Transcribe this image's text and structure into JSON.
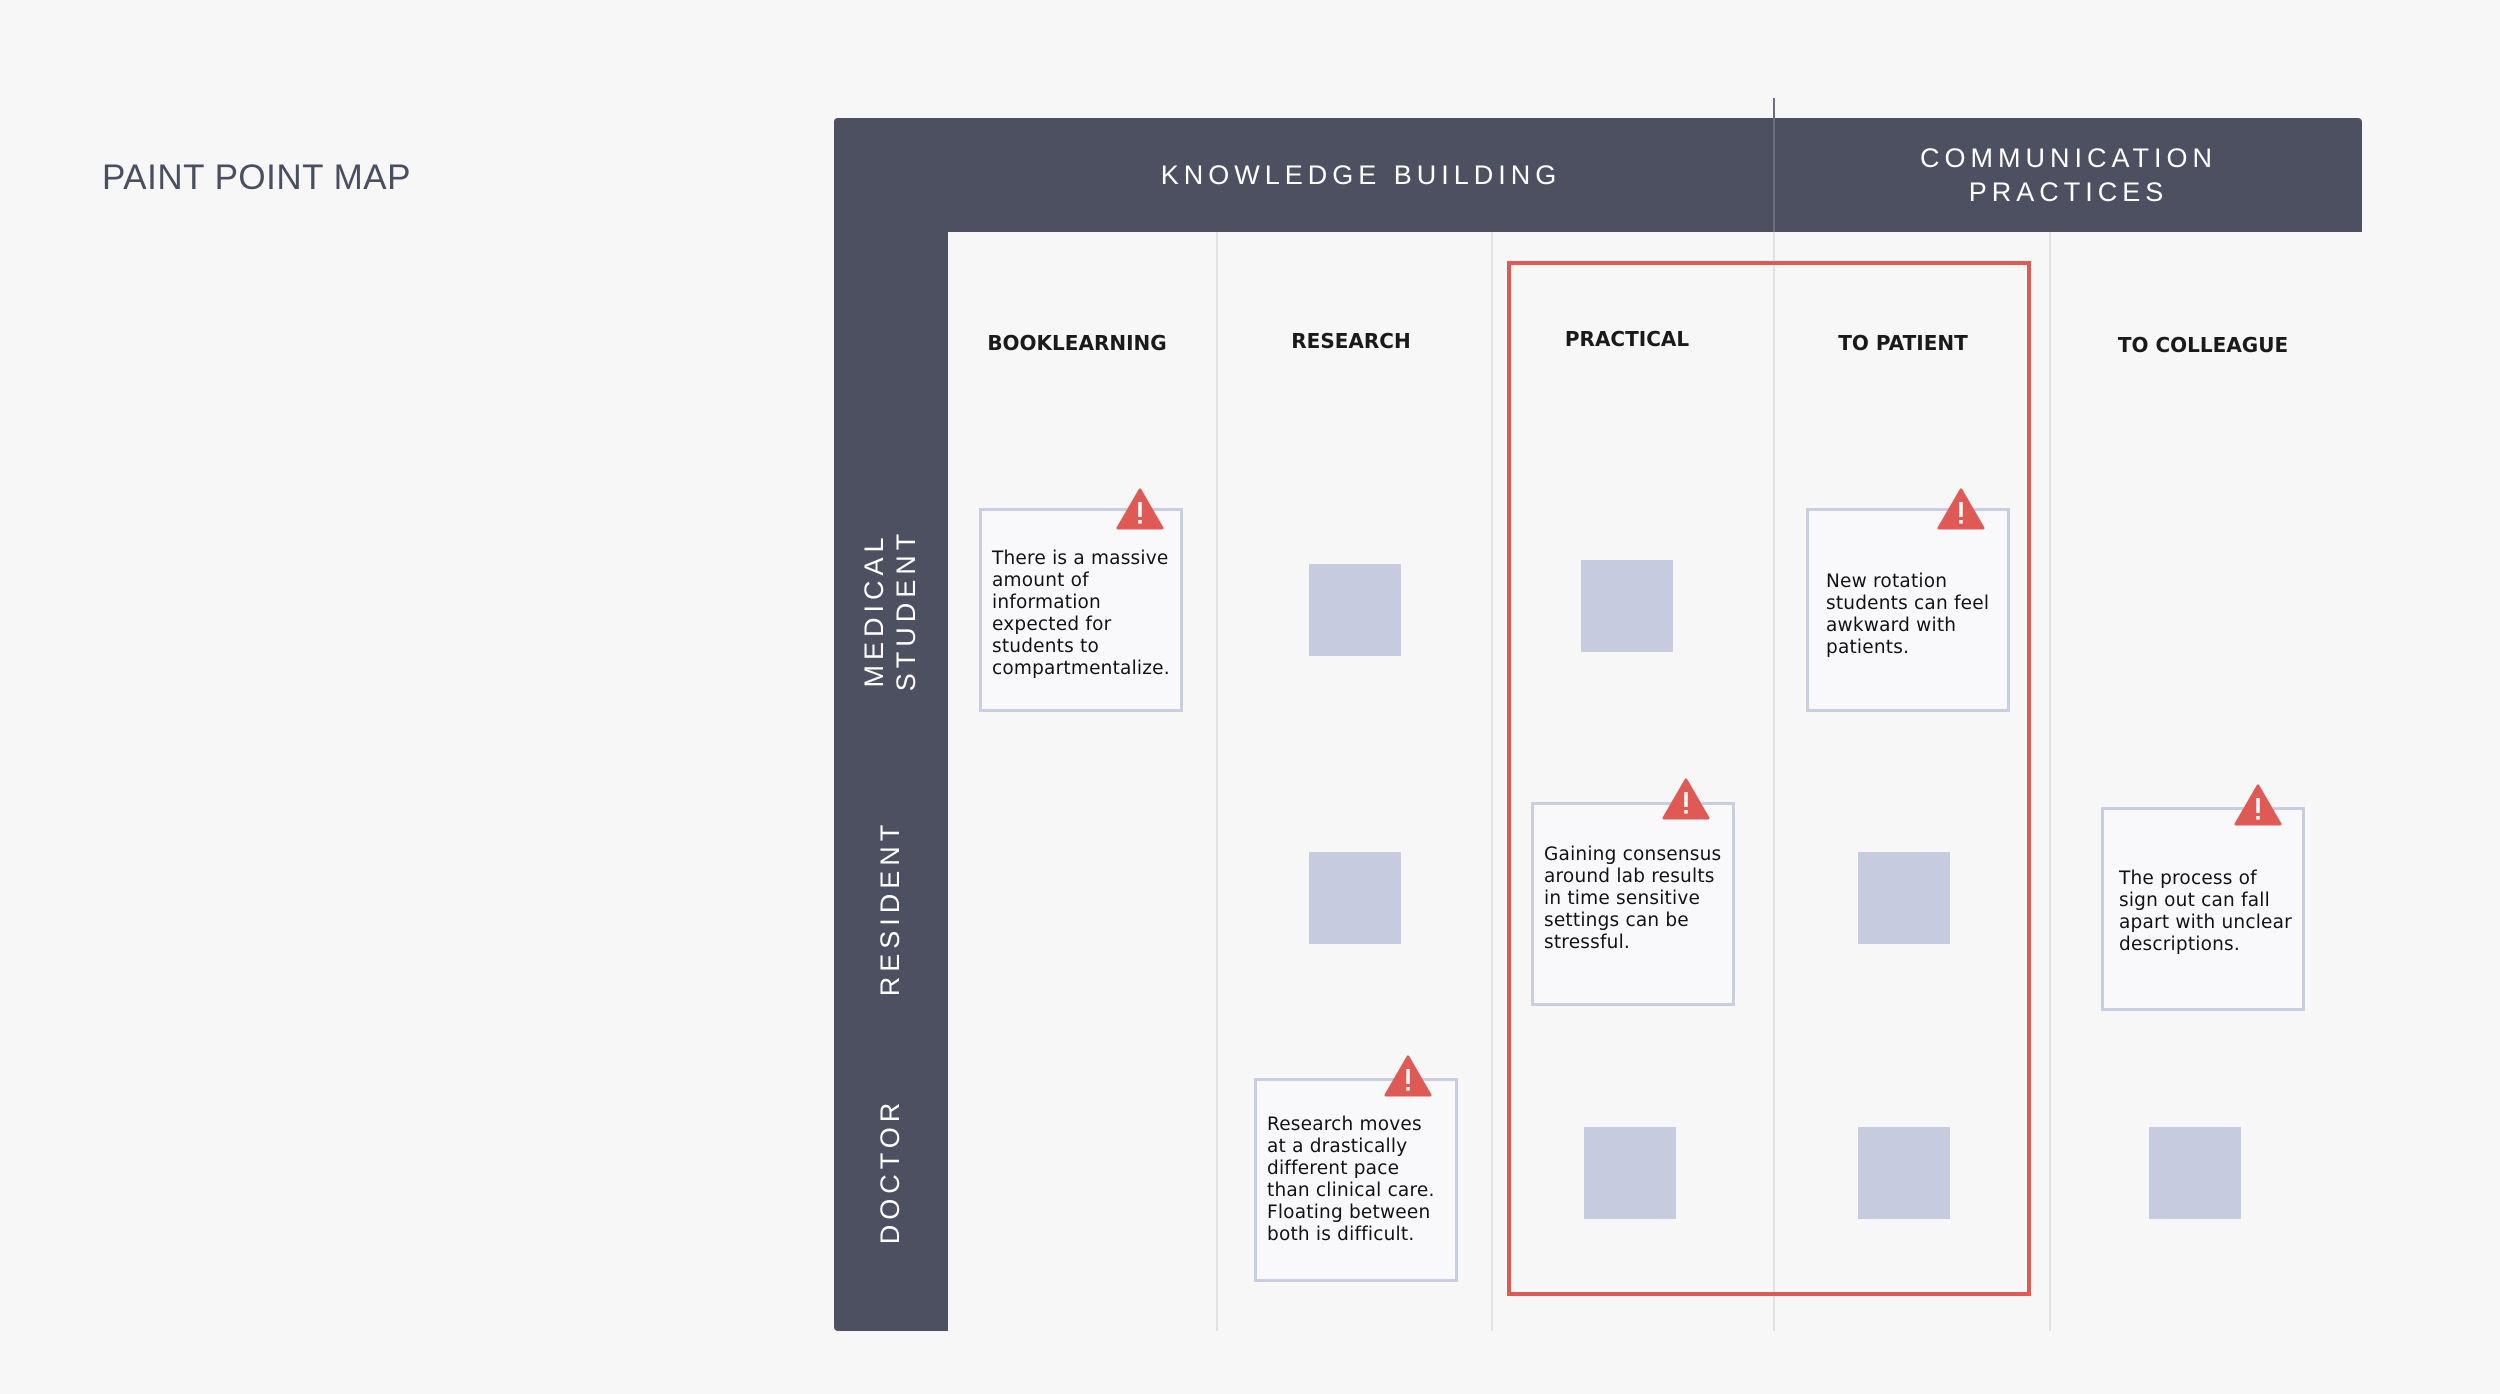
{
  "title": "PAINT POINT MAP",
  "groups": [
    {
      "label": "KNOWLEDGE BUILDING"
    },
    {
      "label": "COMMUNICATION\nPRACTICES"
    }
  ],
  "columns": [
    "BOOKLEARNING",
    "RESEARCH",
    "PRACTICAL",
    "TO PATIENT",
    "TO COLLEAGUE"
  ],
  "rows": [
    "MEDICAL\nSTUDENT",
    "RESIDENT",
    "DOCTOR"
  ],
  "pain_points": {
    "student_booklearning": "There is a massive amount of information expected for students to compartmentalize.",
    "student_patient": "New rotation students can feel awkward with patients.",
    "resident_practical": "Gaining consensus around lab results in time sensitive settings can be stressful.",
    "resident_colleague": "The process of sign out can fall apart with unclear descriptions.",
    "doctor_research": "Research moves at a drastically different pace than clinical care. Floating between both is difficult."
  },
  "colors": {
    "band": "#4d5060",
    "highlight": "#e05a55",
    "placeholder": "#c7cbe0",
    "warning": "#e05a55"
  },
  "icons": {
    "warning": "warning-triangle-icon"
  }
}
